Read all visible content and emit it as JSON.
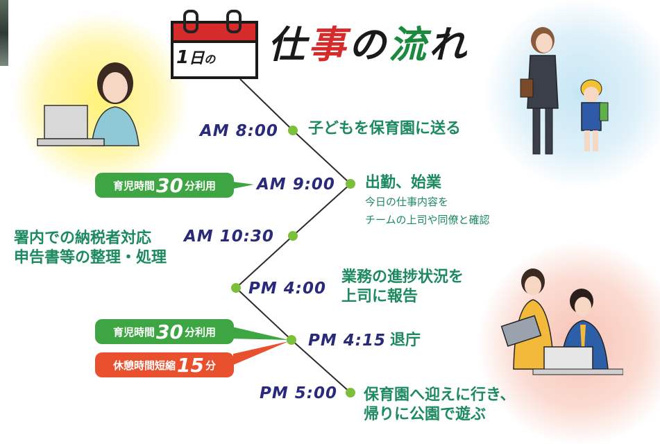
{
  "calendar": {
    "number": "1",
    "unit": "日",
    "particle": "の"
  },
  "title": {
    "chars": [
      {
        "text": "仕",
        "color": "#1a1a1a"
      },
      {
        "text": "事",
        "color": "#d62b2b"
      },
      {
        "text": "の",
        "color": "#1a1a1a"
      },
      {
        "text": "流",
        "color": "#1c8a3e"
      },
      {
        "text": "れ",
        "color": "#1a1a1a"
      }
    ]
  },
  "schedule": [
    {
      "time": "AM 8:00",
      "text": "子どもを保育園に送る"
    },
    {
      "time": "AM 9:00",
      "text": "出勤、始業",
      "sub": [
        "今日の仕事内容を",
        "チームの上司や同僚と確認"
      ]
    },
    {
      "time": "AM 10:30",
      "text_lines": [
        "署内での納税者対応",
        "申告書等の整理・処理"
      ]
    },
    {
      "time": "PM 4:00",
      "text_lines": [
        "業務の進捗状況を",
        "上司に報告"
      ]
    },
    {
      "time": "PM 4:15",
      "text": "退庁"
    },
    {
      "time": "PM 5:00",
      "text_lines": [
        "保育園へ迎えに行き、",
        "帰りに公園で遊ぶ"
      ]
    }
  ],
  "badges": {
    "childcare_am": {
      "pre": "育児時間",
      "num": "30",
      "post": "分利用"
    },
    "childcare_pm": {
      "pre": "育児時間",
      "num": "30",
      "post": "分利用"
    },
    "break": {
      "pre": "休憩時間短縮",
      "num": "15",
      "post": "分"
    }
  },
  "colors": {
    "line_dot": "#7bbf3a",
    "time_text": "#2a2a7a",
    "event_text": "#1c8a5e",
    "badge_green": "#3da542",
    "badge_orange": "#e8502e"
  }
}
